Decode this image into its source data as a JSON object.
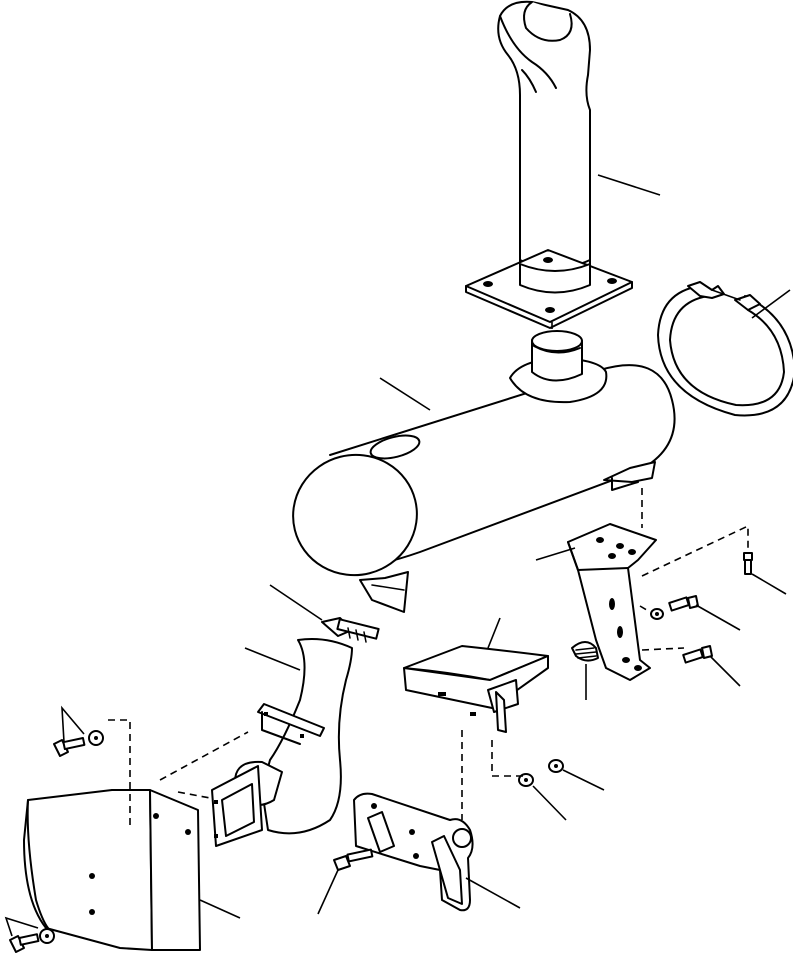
{
  "diagram": {
    "type": "exploded-parts-view",
    "parts": [
      {
        "id": "exhaust-stack",
        "icon": "exhaust-pipe-icon"
      },
      {
        "id": "stack-flange",
        "icon": "square-flange-icon"
      },
      {
        "id": "muffler",
        "icon": "cylinder-icon"
      },
      {
        "id": "muffler-band-clamp",
        "icon": "band-clamp-icon"
      },
      {
        "id": "rear-mounting-bracket",
        "icon": "bracket-icon"
      },
      {
        "id": "cap-screw",
        "icon": "bolt-icon"
      },
      {
        "id": "lock-washer",
        "icon": "washer-icon"
      },
      {
        "id": "nut",
        "icon": "nut-icon"
      },
      {
        "id": "spacer",
        "icon": "spacer-icon"
      },
      {
        "id": "hose-clamp",
        "icon": "hose-clamp-icon"
      },
      {
        "id": "inlet-elbow",
        "icon": "elbow-pipe-icon"
      },
      {
        "id": "support-cradle",
        "icon": "cradle-icon"
      },
      {
        "id": "front-mounting-bracket",
        "icon": "bracket-icon"
      },
      {
        "id": "heat-shield",
        "icon": "shield-plate-icon"
      }
    ]
  }
}
